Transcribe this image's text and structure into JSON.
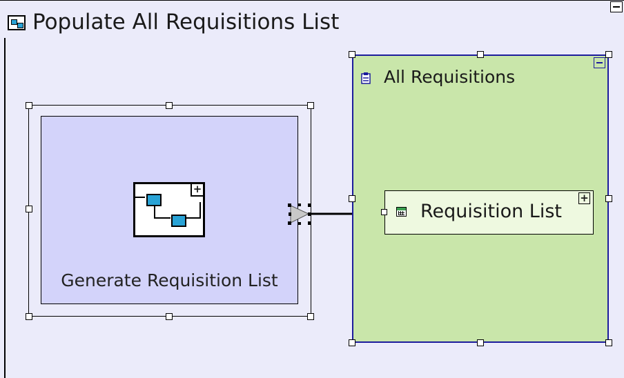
{
  "page": {
    "title": "Populate All Requisitions List",
    "title_icon": "subprocess-diagram-icon"
  },
  "subprocess": {
    "label": "Generate Requisition List",
    "icon": "subprocess-diagram-icon",
    "expand_symbol": "+"
  },
  "data_store": {
    "title": "All Requisitions",
    "icon": "clipboard-icon",
    "color": "#c9e6aa",
    "border_color": "#1b1b9c",
    "item": {
      "label": "Requisition List",
      "icon": "table-icon",
      "expand_symbol": "+"
    }
  },
  "colors": {
    "canvas": "#ebebfa",
    "subprocess_fill": "#d3d3fa",
    "node_accent": "#29a3d6"
  }
}
